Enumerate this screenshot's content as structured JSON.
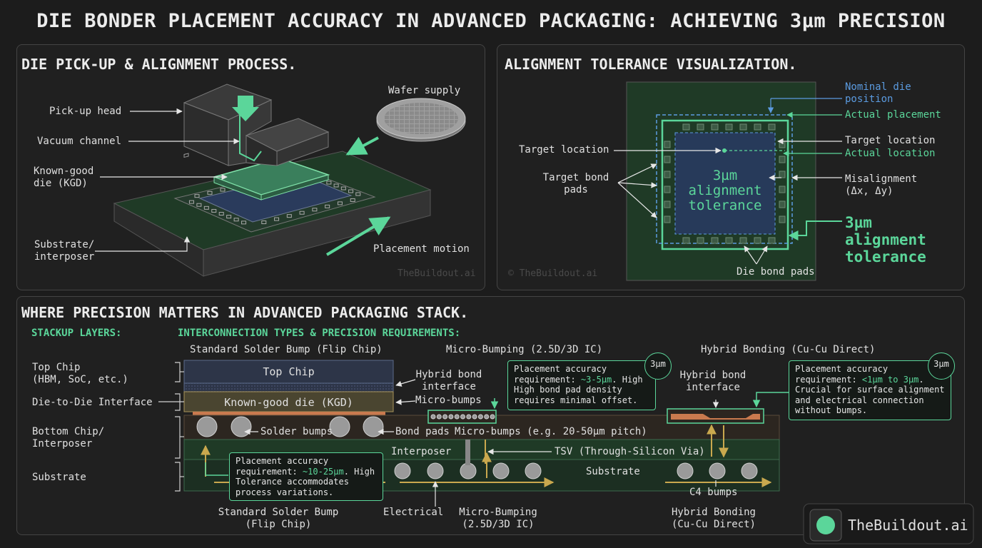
{
  "title": "DIE BONDER PLACEMENT ACCURACY IN ADVANCED PACKAGING: ACHIEVING 3µm PRECISION",
  "panel1": {
    "title": "DIE PICK-UP & ALIGNMENT PROCESS.",
    "labels": {
      "pickup_head": "Pick-up head",
      "vacuum_channel": "Vacuum channel",
      "kgd": "Known-good\ndie (KGD)",
      "substrate": "Substrate/\ninterposer",
      "wafer_supply": "Wafer supply",
      "placement_motion": "Placement motion"
    },
    "watermark": "TheBuildout.ai"
  },
  "panel2": {
    "title": "ALIGNMENT TOLERANCE VISUALIZATION.",
    "labels": {
      "nominal": "Nominal die\nposition",
      "actual_placement": "Actual placement",
      "target_location_right": "Target location",
      "actual_location": "Actual location",
      "target_location_left": "Target location",
      "target_bond_pads": "Target bond\npads",
      "misalignment": "Misalignment\n(Δx, Δy)",
      "center_tolerance": "3µm\nalignment\ntolerance",
      "side_tolerance": "3µm\nalignment\ntolerance",
      "die_bond_pads": "Die bond pads"
    },
    "watermark": "© TheBuildout.ai"
  },
  "panel3": {
    "title": "WHERE PRECISION MATTERS IN ADVANCED PACKAGING STACK.",
    "stackup_title": "STACKUP LAYERS:",
    "interconnect_title": "INTERCONNECTION TYPES & PRECISION REQUIREMENTS:",
    "layers": {
      "top_chip": "Top Chip\n(HBM, SoC, etc.)",
      "d2d": "Die-to-Die Interface",
      "bottom_chip": "Bottom Chip/\nInterposer",
      "substrate": "Substrate"
    },
    "column_heads": {
      "solder": "Standard Solder Bump (Flip Chip)",
      "micro": "Micro-Bumping (2.5D/3D IC)",
      "hybrid": "Hybrid Bonding (Cu-Cu Direct)"
    },
    "stack_labels": {
      "top_chip": "Top Chip",
      "kgd": "Known-good die (KGD)",
      "interposer": "Interposer",
      "substrate": "Substrate",
      "hybrid_interface_left": "Hybrid bond\ninterface",
      "micro_bumps": "Micro-bumps",
      "solder_bumps": "Solder bumps",
      "bond_pads": "Bond pads",
      "micro_bumps_pitch": "Micro-bumps (e.g. 20-50µm pitch)",
      "tsv": "TSV (Through-Silicon Via)",
      "hybrid_interface_right": "Hybrid bond\ninterface",
      "c4": "C4 bumps"
    },
    "notes": {
      "solder": {
        "prefix": "Placement accuracy\nrequirement: ",
        "value": "~10-25µm",
        "suffix": ". High\nTolerance accommodates\nprocess variations."
      },
      "micro": {
        "prefix": "Placement accuracy\nrequirement: ",
        "value": "~3-5µm",
        "suffix": ". High\nHigh bond pad density\nrequires minimal offset."
      },
      "hybrid": {
        "prefix": "Placement accuracy\nrequirement: ",
        "value": "<1µm to 3µm",
        "suffix": ".\nCrucial for surface alignment\nand electrical connection\nwithout bumps."
      }
    },
    "badges": {
      "micro": "3µm",
      "hybrid": "3µm"
    },
    "bottom_labels": {
      "solder": "Standard Solder Bump\n(Flip Chip)",
      "electrical": "Electrical",
      "micro": "Micro-Bumping\n(2.5D/3D IC)",
      "hybrid": "Hybrid Bonding\n(Cu-Cu Direct)"
    }
  },
  "brand": "TheBuildout.ai",
  "colors": {
    "accent": "#5bd69a",
    "blue": "#5b9be0",
    "gold": "#c9a84e",
    "background": "#1c1c1c"
  }
}
